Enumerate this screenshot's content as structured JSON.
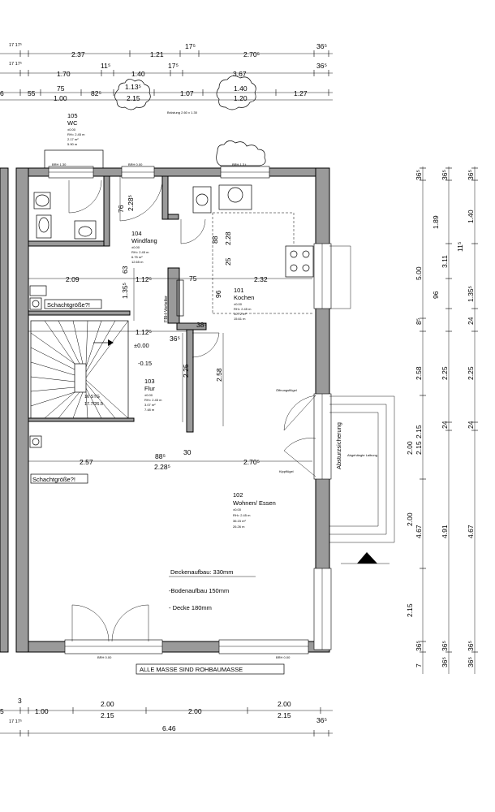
{
  "dims_top": {
    "row1": [
      "17 17⁵",
      "2.37",
      "1.21",
      "17⁵",
      "2.70⁵",
      "36⁵"
    ],
    "row2": [
      "17 17⁵",
      "1.70",
      "11⁵",
      "1.40",
      "17⁵",
      "36⁵"
    ],
    "row2b": [
      "3.67"
    ],
    "row3": [
      "6",
      "55",
      "75",
      "82⁵",
      "1.07",
      "1.27"
    ],
    "row3b": [
      "1.00",
      "1.13⁵",
      "2.15",
      "1.40",
      "1.20"
    ]
  },
  "dims_bottom": {
    "row1": [
      "5",
      "3",
      "1.00",
      "2.00",
      "2.15",
      "2.00",
      "2.00",
      "2.15"
    ],
    "row2": [
      "17 17⁵",
      "6.46",
      "36⁵"
    ]
  },
  "dims_right": {
    "col1": [
      "36⁵",
      "5.00",
      "8⁵",
      "2.58",
      "2.15",
      "2.00",
      "2.00",
      "2.15",
      "36⁵",
      "7"
    ],
    "col2": [
      "36⁵",
      "1.89",
      "3.11",
      "96",
      "11⁵",
      "2.25",
      "24",
      "2.15",
      "4.67",
      "4.91",
      "4.67",
      "36⁵",
      "36⁵"
    ],
    "col3": [
      "36⁵",
      "1.40",
      "1.35⁵",
      "24",
      "2.25",
      "24",
      "36⁵",
      "36⁵"
    ]
  },
  "interior_dims": [
    "2.09",
    "1.12⁵",
    "2.32",
    "1.35⁵",
    "1.12⁵",
    "36⁵",
    "2.25",
    "2.58",
    "2.57",
    "2.70⁵",
    "88⁵",
    "2.28⁵",
    "30",
    "75",
    "96",
    "63",
    "25",
    "88",
    "2.28",
    "76",
    "2.28⁵",
    "38⁵"
  ],
  "rooms": [
    {
      "num": "105",
      "name": "WC",
      "lines": [
        "±0.00",
        "RH= 2.45 m",
        "2.17 m²",
        "5.90 m"
      ]
    },
    {
      "num": "104",
      "name": "Windfang",
      "lines": [
        "±0.00",
        "RH= 2.45 m",
        "6.75 m²",
        "12.65 m"
      ]
    },
    {
      "num": "101",
      "name": "Kochen",
      "lines": [
        "±0.00",
        "RH= 2.45 m",
        "10.72 m²",
        "15.61 m"
      ]
    },
    {
      "num": "103",
      "name": "Flur",
      "lines": [
        "±0.00",
        "RH= 2.45 m",
        "3.07 m²",
        "7.48 m"
      ]
    },
    {
      "num": "102",
      "name": "Wohnen/ Essen",
      "lines": [
        "±0.00",
        "RH= 2.45 m",
        "36.15 m²",
        "26.26 m"
      ]
    }
  ],
  "labels": {
    "schacht1": "Schachtgröße?!",
    "schacht2": "Schachtgröße?!",
    "fbh": "FBH-Verteiler",
    "stair": "16 STG",
    "stair_ratio": "17.7/26.5",
    "level1": "±0.00",
    "level2": "-0.15",
    "absturz": "Absturzsicherung",
    "deck_title": "Deckenaufbau: 330mm",
    "deck_line1": "-Bodenaufbau 150mm",
    "deck_line2": "- Decke 180mm",
    "footer": "ALLE MASSE SIND ROHBAUMASSE"
  },
  "small_notes": [
    "BRH 1.30",
    "BRH 0.00",
    "BRH 1.3 t",
    "BRH 0.00",
    "BRH 0.00",
    "Öffnungsflügel",
    "Kippflügel",
    "Abgehängte Laibung",
    "Brüstung 2.60 x 1.30"
  ]
}
